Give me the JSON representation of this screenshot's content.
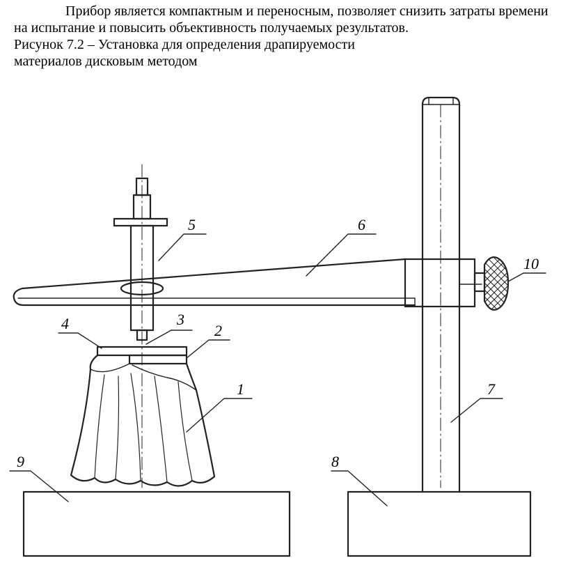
{
  "document": {
    "paragraph": "Прибор является компактным и переносным, позволяет снизить затраты времени на испытание и повысить объективность получаемых результатов.",
    "caption_line1": "Рисунок 7.2 – Установка для определения драпируемости",
    "caption_line2": "материалов дисковым методом"
  },
  "figure": {
    "labels": [
      "1",
      "2",
      "3",
      "4",
      "5",
      "6",
      "7",
      "8",
      "9",
      "10"
    ]
  }
}
